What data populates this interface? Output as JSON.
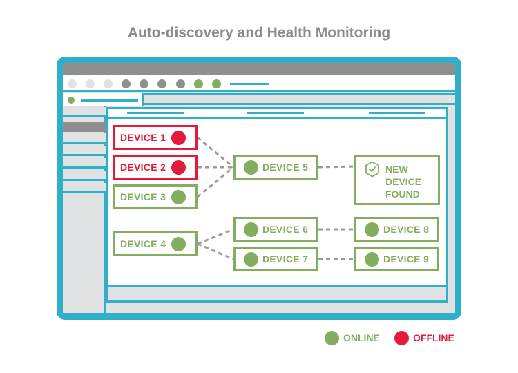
{
  "title": "Auto-discovery and Health Monitoring",
  "colors": {
    "frame": "#2fafc8",
    "online": "#84ae5f",
    "offline": "#e31b3b",
    "link": "#9b9b9b",
    "title": "#8c8c8c",
    "chrome_gray": "#8f8f8f",
    "panel_gray": "#e1e2e4"
  },
  "devices": [
    {
      "id": "d1",
      "label": "DEVICE 1",
      "status": "offline"
    },
    {
      "id": "d2",
      "label": "DEVICE 2",
      "status": "offline"
    },
    {
      "id": "d3",
      "label": "DEVICE 3",
      "status": "online"
    },
    {
      "id": "d4",
      "label": "DEVICE 4",
      "status": "online"
    },
    {
      "id": "d5",
      "label": "DEVICE 5",
      "status": "online"
    },
    {
      "id": "d6",
      "label": "DEVICE 6",
      "status": "online"
    },
    {
      "id": "d7",
      "label": "DEVICE 7",
      "status": "online"
    },
    {
      "id": "d8",
      "label": "DEVICE 8",
      "status": "online"
    },
    {
      "id": "d9",
      "label": "DEVICE 9",
      "status": "online"
    }
  ],
  "new_device": {
    "line1": "NEW",
    "line2": "DEVICE",
    "line3": "FOUND",
    "icon": "hexagon-check-icon"
  },
  "connections": [
    [
      "d1",
      "d5"
    ],
    [
      "d2",
      "d5"
    ],
    [
      "d3",
      "d5"
    ],
    [
      "d5",
      "new"
    ],
    [
      "d4",
      "d6"
    ],
    [
      "d4",
      "d7"
    ],
    [
      "d6",
      "d8"
    ],
    [
      "d7",
      "d9"
    ]
  ],
  "legend": {
    "online": "ONLINE",
    "offline": "OFFLINE"
  }
}
